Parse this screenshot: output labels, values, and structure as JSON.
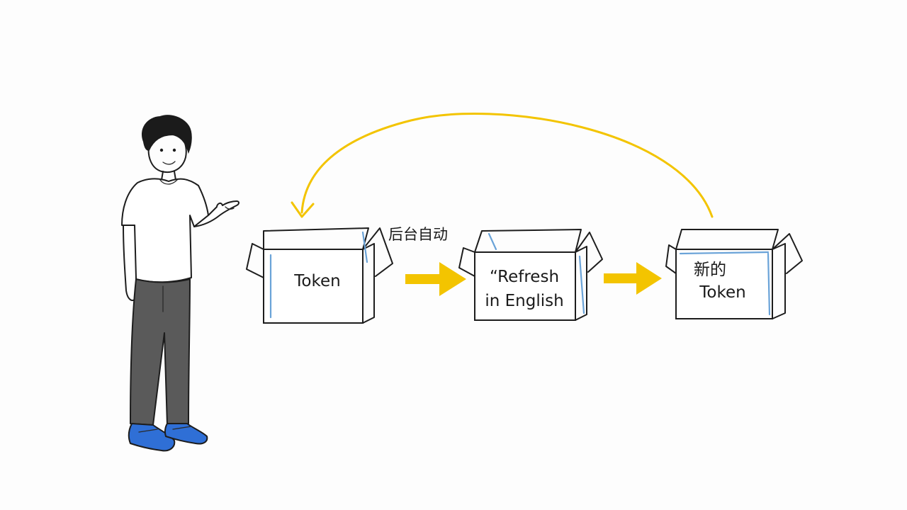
{
  "boxes": [
    {
      "id": "token",
      "lines": [
        "Token"
      ]
    },
    {
      "id": "refresh",
      "lines": [
        "“Refresh",
        "in English"
      ]
    },
    {
      "id": "new-token",
      "lines": [
        "新的",
        "Token"
      ]
    }
  ],
  "connector_label": "后台自动",
  "colors": {
    "accent_yellow": "#f3c400",
    "box_blue": "#6aa3d8",
    "pants_gray": "#5a5a5a",
    "shoe_blue": "#2f6fd6"
  }
}
